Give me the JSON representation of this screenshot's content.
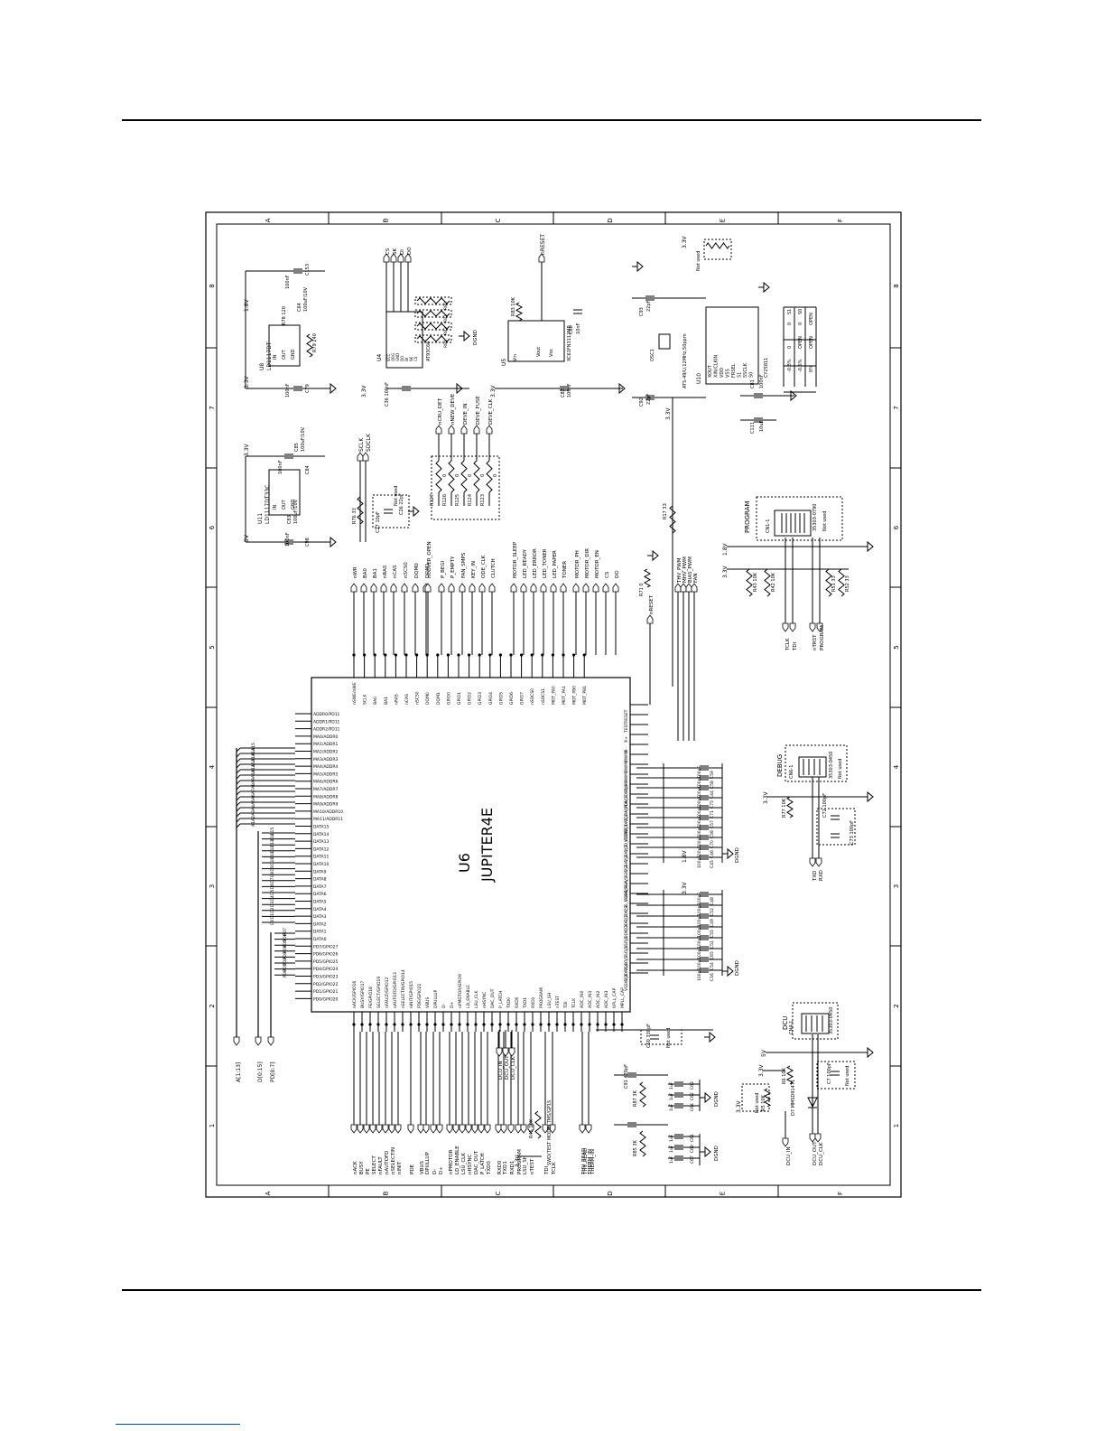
{
  "frame": {
    "columns": [
      "A",
      "B",
      "C",
      "D",
      "E",
      "F"
    ],
    "rows": [
      "8",
      "7",
      "6",
      "5",
      "4",
      "3",
      "2",
      "1"
    ]
  },
  "main_ic": {
    "ref": "U6",
    "part": "JUPITER4E",
    "left_pins": [
      "ADDR0/PD11",
      "ADDR1/PD11",
      "ADDR2/PD11",
      "MA0/ADDR0",
      "MA1/ADDR1",
      "MA2/ADDR2",
      "MA3/ADDR3",
      "MA4/ADDR4",
      "MA5/ADDR5",
      "MA6/ADDR6",
      "MA7/ADDR7",
      "MA8/ADDR8",
      "MA9/ADDR9",
      "MA10/ADDR10",
      "MA11/ADDR11",
      "DATA15",
      "DATA14",
      "DATA13",
      "DATA12",
      "DATA11",
      "DATA10",
      "DATA9",
      "DATA8",
      "DATA7",
      "DATA6",
      "DATA5",
      "DATA4",
      "DATA3",
      "DATA2",
      "DATA1",
      "DATA0",
      "PD7/GPIO27",
      "PD6/GPIO26",
      "PD5/GPIO25",
      "PD4/GPIO24",
      "PD3/GPIO23",
      "PD2/GPIO22",
      "PD1/GPIO21",
      "PD0/GPIO20"
    ],
    "top_pins": [
      "nSWE/nWE",
      "SCLK",
      "BA0",
      "BA1",
      "nRAS",
      "nCAS",
      "nSCS0",
      "DQM0",
      "DQM1",
      "GPIO0",
      "GPIO1",
      "GPIO2",
      "GPIO3",
      "GPIO4",
      "GPIO5",
      "GPIO6",
      "GPIO7",
      "nSDCS0",
      "nSDCS1",
      "MOT_PA0",
      "MOT_PA1",
      "MOT_PB0",
      "MOT_PB1"
    ],
    "right_pins": [
      "RESET",
      "TEST",
      "X+",
      "X-",
      "PWM0",
      "PWM1",
      "PWM2",
      "PWM3",
      "VDDIO_3",
      "VDDA_3",
      "VDDA_PLL",
      "VDDIO_2",
      "VDDIO_1",
      "VDD_CORE",
      "VSSIO_3",
      "VSSIO_2",
      "VSSIO_1",
      "VSSA_3",
      "VSSA_PLL",
      "VSS_CORE",
      "VDDC_1",
      "VDDC_2",
      "VDDC_3",
      "VSSC_1",
      "VSSC_2",
      "VSSC_3",
      "VDDIO_4",
      "VSSIO_4"
    ],
    "bottom_pins": [
      "nACK/GPIO16",
      "BUSY/GPIO17",
      "PE/GPIO18",
      "SELECT/GPIO19",
      "nFAULT/GPIO12",
      "nAUTOFD/GPIO13",
      "nSELECTIN/GPIO14",
      "nINIT/GPIO15",
      "PDE/GPIO21",
      "VBUS",
      "DPULLUP",
      "D-",
      "D+",
      "nPMOTOR/GPIO9",
      "LD_ENABLE",
      "LSU_CLK",
      "nHSYNC",
      "DAC_OUT",
      "P_LATCH",
      "TXD0",
      "RXD0",
      "TXD1",
      "RXD1",
      "PROGRAM",
      "LSU_SH",
      "nTEST",
      "TDI",
      "TCLK",
      "ADC_IN0",
      "ADC_IN1",
      "ADC_IN2",
      "ADC_IN3",
      "UPLL_CAP",
      "MPLL_CAP"
    ]
  },
  "bus_labels": [
    "A[1:13]",
    "D[0:15]",
    "PD[0:7]"
  ],
  "top_nets": [
    "nWR",
    "BA0",
    "BA1",
    "nRAS",
    "nCAS",
    "nSCS0",
    "DQM0",
    "DQM1",
    "nCOVER_OPEN",
    "P_BEGI",
    "P_EMPTY",
    "FAN_SMPS",
    "KEY_IN",
    "ODE_CLK",
    "CLUTCH",
    "MOTOR_SLEEP",
    "LED_READY",
    "LED_ERROR",
    "LED_TONER",
    "LED_PAPER",
    "TONER",
    "MOTOR_PH",
    "MOTOR_DIR",
    "MOTOR_EN",
    "CS",
    "DO"
  ],
  "right_nets": [
    "nRESET",
    "THV_PWM",
    "MHV_PWM",
    "BIAS_PWM",
    "FAN"
  ],
  "bottom_nets": [
    "nACK",
    "BUSY",
    "PE",
    "SELECT",
    "nFAULT",
    "nAUTOFD",
    "nSELECTIN",
    "nINIT",
    "PDE",
    "VBUS",
    "DPULLUP",
    "D-",
    "D+",
    "nPMOTOR",
    "LD_ENABLE",
    "LSU_CLK",
    "nHSYNC",
    "DAC_OUT",
    "P_LATCH",
    "TXD0",
    "RXD0",
    "TXD1",
    "RXD1",
    "PROGRAM",
    "LSU_SH",
    "nTEST",
    "TDI",
    "TCLK",
    "THV_READ",
    "THERM_IN"
  ],
  "regulators": [
    {
      "ref": "U8",
      "part": "LD1117DT",
      "pins": [
        "IN",
        "OUT",
        "GND"
      ],
      "in_net": "3.3V",
      "out_net": "1.8V",
      "caps": [
        "C79",
        "C64",
        "C153"
      ],
      "cap_values": [
        "100nF",
        "100uF/10V",
        "100nF"
      ],
      "resistors": [
        "R78 120",
        "R79 240"
      ]
    },
    {
      "ref": "U11",
      "part": "LD1117DT33C",
      "pins": [
        "IN",
        "OUT",
        "GND"
      ],
      "in_net": "5V",
      "out_net": "3.3V",
      "caps": [
        "C98",
        "C83",
        "C84",
        "C85"
      ],
      "cap_values": [
        "100nF",
        "100uF/10V",
        "100nF",
        "100uF/10V"
      ]
    }
  ],
  "reset_ic": {
    "ref": "U5",
    "part": "XC61FN3112MR",
    "pins": [
      "Vin",
      "Vout",
      "Vss"
    ],
    "in_net": "3.3V",
    "out_net": "nRESET",
    "caps": [
      "C82",
      "C88"
    ],
    "cap_values": [
      "100nF",
      "10nF"
    ],
    "resistor": "R83 10K"
  },
  "eeprom": {
    "ref": "U4",
    "part": "AT93C66",
    "pins": [
      "VCC",
      "ORG",
      "GND",
      "DO",
      "DI",
      "SK",
      "CS"
    ],
    "nets": [
      "CS",
      "SK",
      "DI",
      "DO"
    ],
    "resistors": [
      "R80",
      "R81",
      "R82",
      "R84"
    ],
    "cap": "C36 100nF"
  },
  "clock_ic": {
    "ref": "U10",
    "part": "CY25811",
    "pins": [
      "XOUT",
      "XIN/CLKIN",
      "VDD",
      "VSS",
      "FRSEL",
      "S1",
      "SSCLK",
      "S0"
    ],
    "pin_numbers": [
      "8",
      "1",
      "7",
      "2",
      "6",
      "3",
      "5",
      "4"
    ],
    "crystal": "OSC1",
    "crystal_part": "ATS-49/U,12MHz,50ppm",
    "caps": [
      "C93",
      "C92",
      "C81",
      "C111"
    ],
    "cap_values": [
      "22pF",
      "22pF",
      "100nF",
      "10uF"
    ],
    "net": "3.3V",
    "jumper_note": "Not used"
  },
  "freq_table": {
    "headers": [
      "S1",
      "S0",
      ""
    ],
    "rows": [
      [
        "0",
        "0",
        "-0.8%"
      ],
      [
        "0",
        "OPEN",
        "-0.6%"
      ],
      [
        "OPEN",
        "OPEN",
        "0%"
      ]
    ]
  },
  "sdram_clock": {
    "nets": [
      "SCLK",
      "SDCLK"
    ],
    "resistor": "R76 33",
    "caps": [
      "C27 10pF",
      "C26 22pF"
    ],
    "note": "Not used"
  },
  "top_series_resistors": [
    {
      "ref": "R127",
      "value": "0",
      "net": "nCRU_DET"
    },
    {
      "ref": "R126",
      "value": "0",
      "net": "nNEW_DEVE"
    },
    {
      "ref": "R125",
      "value": "0",
      "net": "DEVE_IN"
    },
    {
      "ref": "R124",
      "value": "0",
      "net": "DEVE_FUSE"
    },
    {
      "ref": "R123",
      "value": "0",
      "net": "DEVE_CLK"
    }
  ],
  "right_side": {
    "r71": "R71 0",
    "r17": "R17 33",
    "decoupling_18v": [
      "C59",
      "C58",
      "C44",
      "C75",
      "C71",
      "C57",
      "C58",
      "C70",
      "C46",
      "C45"
    ],
    "decoupling_33v": [
      "C48",
      "C52",
      "C49",
      "C55",
      "C51",
      "C65",
      "C54",
      "C16"
    ],
    "cap_value": "100nF",
    "program_header": {
      "label": "PROGRAM",
      "ref": "CN1-1",
      "part": "35303-0790",
      "note": "Not used",
      "nets": [
        "TCLK",
        "TDI",
        "nTRST",
        "PROGRAM"
      ],
      "resistors": [
        "R43 10K",
        "R42 10K",
        "R51 33",
        "R52 33"
      ]
    },
    "debug_header": {
      "label": "DEBUG",
      "ref": "CN6-1",
      "part": "35303-0450",
      "note": "Not used",
      "nets": [
        "TXD",
        "RXD"
      ],
      "resistor": "R77 10K",
      "caps": [
        "C72 100pF",
        "C73 100pF"
      ]
    },
    "dcu_header": {
      "label": "DCU",
      "ref": "CN4-1",
      "part": "35303-0450",
      "note": "Not used",
      "nets": [
        "DCU_IN",
        "DCU_OUT",
        "DCU_CLK"
      ],
      "resistors": [
        "R6 10K",
        "R5 10K"
      ],
      "diode": "D7 MMSD914T1",
      "caps": [
        "C7 100pF"
      ]
    }
  },
  "bottom_side": {
    "r45": "R45 10K",
    "note": "SWD(TEST MODE) TMS/GP1S",
    "net_33v": "3.3V",
    "caps_top": [
      "C91 470pF",
      "C60 330pF"
    ],
    "resistors": [
      "R87 3K",
      "R85 3K"
    ],
    "caps_rows": [
      "C63",
      "C62",
      "C64",
      "C61",
      "C69",
      "C67"
    ],
    "cap_value": "1uF",
    "thv": [
      "THV_READ",
      "THERM_IN"
    ],
    "dcu": [
      "DCU_IN",
      "DCU_OUT",
      "DCU_CLK"
    ],
    "gnd": "DGND"
  },
  "power_nets": [
    "3.3V",
    "1.8V",
    "5V",
    "DGND"
  ]
}
